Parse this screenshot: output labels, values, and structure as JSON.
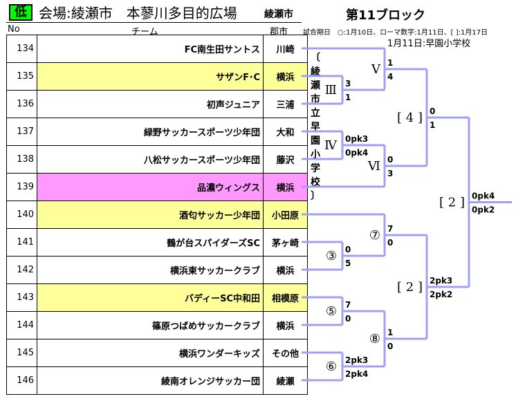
{
  "header": {
    "level_badge": "低",
    "venue_title": "会場:綾瀬市　本蓼川多目的広場",
    "venue_city": "綾瀬市",
    "block_title": "第11ブロック",
    "schedule_note": "試合期日　○:1月10日、ローマ数字:1月11日、[ ]:1月17日",
    "venue_note": "1月11日:早園小学校",
    "vertical_venue_note": "〔綾瀬市立早園小学校〕"
  },
  "table": {
    "columns": [
      "No",
      "チーム",
      "郡市"
    ],
    "rows": [
      {
        "no": "134",
        "team": "FC南生田サントス",
        "city": "川崎",
        "highlight": ""
      },
      {
        "no": "135",
        "team": "サザンF･C",
        "city": "横浜",
        "highlight": "yellow"
      },
      {
        "no": "136",
        "team": "初声ジュニア",
        "city": "三浦",
        "highlight": ""
      },
      {
        "no": "137",
        "team": "緑野サッカースポーツ少年団",
        "city": "大和",
        "highlight": ""
      },
      {
        "no": "138",
        "team": "八松サッカースポーツ少年団",
        "city": "藤沢",
        "highlight": ""
      },
      {
        "no": "139",
        "team": "品濃ウィングス",
        "city": "横浜",
        "highlight": "pink"
      },
      {
        "no": "140",
        "team": "酒匂サッカー少年団",
        "city": "小田原",
        "highlight": "yellow"
      },
      {
        "no": "141",
        "team": "鶴が台スパイダーズSC",
        "city": "茅ヶ崎",
        "highlight": ""
      },
      {
        "no": "142",
        "team": "横浜東サッカークラブ",
        "city": "横浜",
        "highlight": ""
      },
      {
        "no": "143",
        "team": "バディーSC中和田",
        "city": "相模原",
        "highlight": "yellow"
      },
      {
        "no": "144",
        "team": "篠原つばめサッカークラブ",
        "city": "横浜",
        "highlight": ""
      },
      {
        "no": "145",
        "team": "横浜ワンダーキッズ",
        "city": "その他",
        "highlight": ""
      },
      {
        "no": "146",
        "team": "綾南オレンジサッカー団",
        "city": "綾瀬",
        "highlight": ""
      }
    ]
  },
  "bracket": {
    "line_color": "#a0a0f0",
    "matches": [
      {
        "label": "Ⅲ",
        "top_score": "3",
        "bottom_score": "1"
      },
      {
        "label": "Ⅴ",
        "top_score": "1",
        "bottom_score": "4"
      },
      {
        "label": "Ⅳ",
        "top_score": "0pk3",
        "bottom_score": "0pk4"
      },
      {
        "label": "Ⅵ",
        "top_score": "0",
        "bottom_score": "3"
      },
      {
        "label": "[ 4 ]",
        "top_score": "0",
        "bottom_score": "1"
      },
      {
        "label": "③",
        "top_score": "0",
        "bottom_score": "5"
      },
      {
        "label": "⑦",
        "top_score": "7",
        "bottom_score": "0"
      },
      {
        "label": "⑤",
        "top_score": "7",
        "bottom_score": "0"
      },
      {
        "label": "⑥",
        "top_score": "2pk3",
        "bottom_score": "2pk4"
      },
      {
        "label": "⑧",
        "top_score": "1",
        "bottom_score": "0"
      },
      {
        "label": "[ 2 ]",
        "top_score": "2pk3",
        "bottom_score": "2pk2"
      },
      {
        "label": "[ 2 ]",
        "top_score": "0pk4",
        "bottom_score": "0pk2"
      }
    ]
  }
}
